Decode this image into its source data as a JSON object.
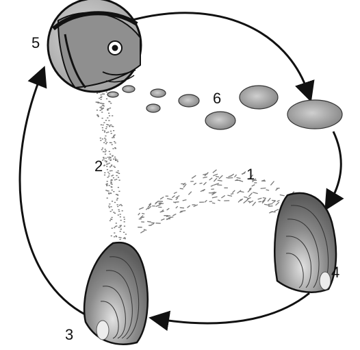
{
  "labels": {
    "glochidia_drift": "1",
    "glochidia_release": "2",
    "mussel_left": "3",
    "mussel_right": "4",
    "host_fish": "5",
    "juveniles": "6"
  },
  "colors": {
    "shell_dark": "#6f6f6f",
    "shell_light": "#c8c8c8",
    "outline": "#1a1a1a",
    "fish_body": "#8c8c8c",
    "fish_bubble": "#bdbdbd"
  },
  "icons": [
    "host-fish-icon",
    "mussel-icon",
    "juvenile-mussel-icon",
    "glochidia-particles-icon",
    "cycle-arrow-icon"
  ]
}
